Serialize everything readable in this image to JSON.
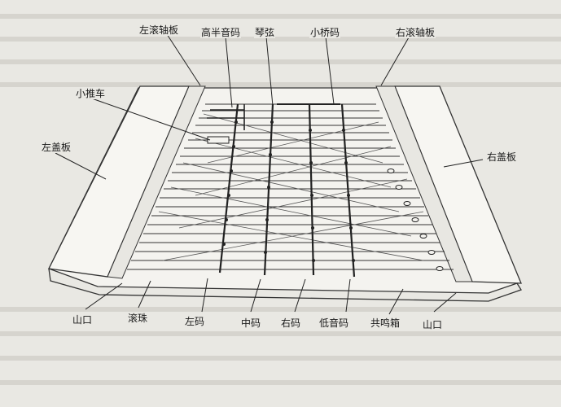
{
  "diagram": {
    "labels": {
      "left_roller_board": "左滚轴板",
      "high_half_bridge": "高半音码",
      "strings": "琴弦",
      "small_bridge": "小桥码",
      "right_roller_board": "右滚轴板",
      "small_cart": "小推车",
      "left_cover": "左盖板",
      "right_cover": "右盖板",
      "mountain_left": "山口",
      "roller": "滚珠",
      "left_bridge": "左码",
      "middle_bridge": "中码",
      "right_bridge": "右码",
      "bass_bridge": "低音码",
      "soundbox": "共鸣箱",
      "mountain_right": "山口"
    }
  }
}
